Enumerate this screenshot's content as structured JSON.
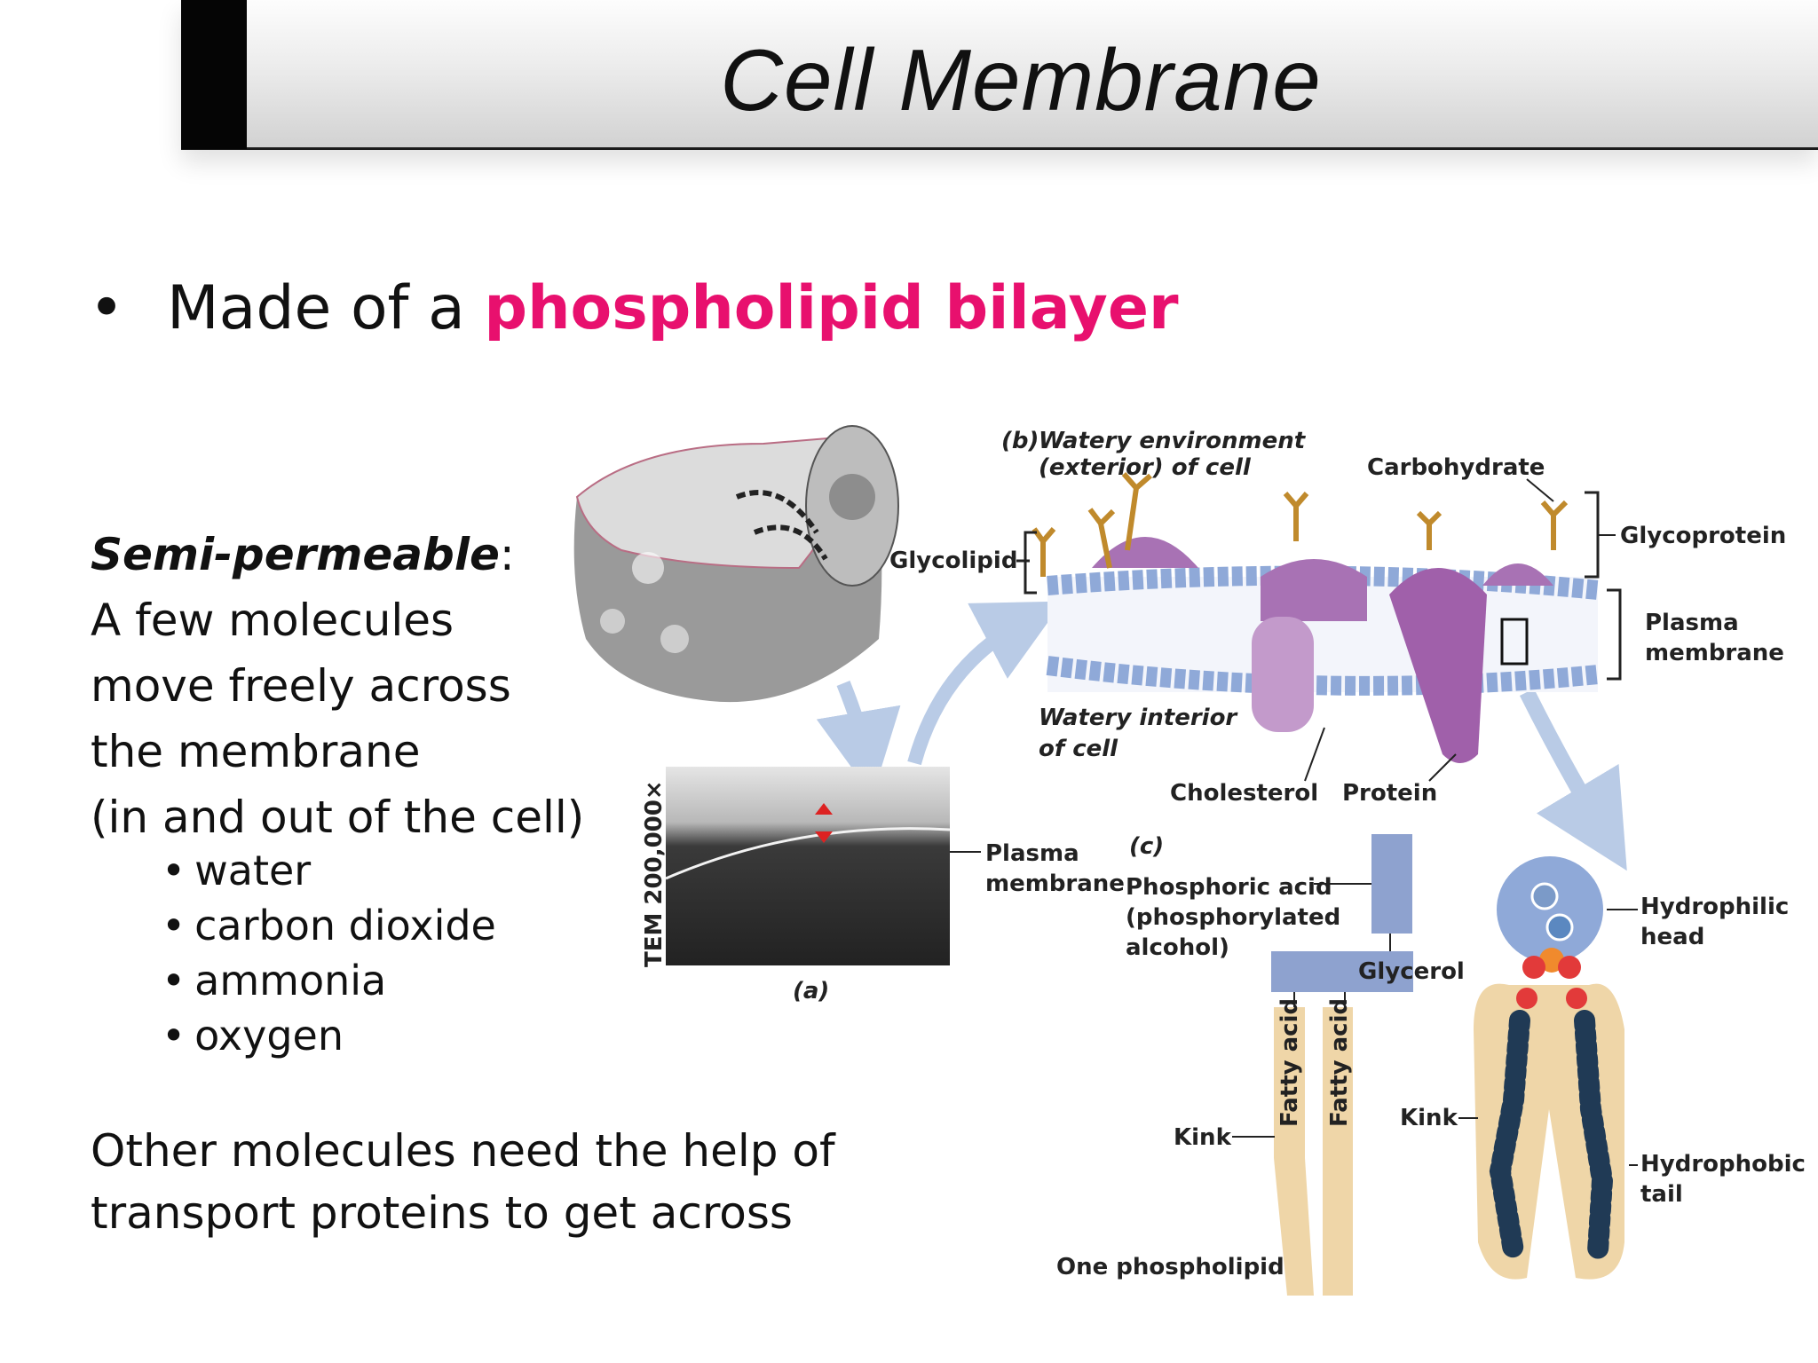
{
  "slide": {
    "title": "Cell Membrane",
    "bullet_prefix": "Made of a ",
    "bullet_highlight": "phospholipid bilayer",
    "semi_title": "Semi-permeable",
    "semi_colon": ":",
    "semi_lines": [
      "A few molecules",
      "move freely across",
      "the membrane",
      "(in and out of the cell)"
    ],
    "molecules": [
      "water",
      "carbon dioxide",
      "ammonia",
      "oxygen"
    ],
    "other_lines": [
      "Other molecules need the help of",
      "transport proteins to get across"
    ]
  },
  "figure": {
    "panel_a": {
      "caption": "(a)",
      "tem_label": "TEM 200,000×",
      "plasma_line1": "Plasma",
      "plasma_line2": "membrane"
    },
    "panel_b": {
      "tag": "(b)",
      "exterior_line1": "Watery environment",
      "exterior_line2": "(exterior) of cell",
      "carbohydrate": "Carbohydrate",
      "glycoprotein": "Glycoprotein",
      "glycolipid": "Glycolipid",
      "plasma_line1": "Plasma",
      "plasma_line2": "membrane",
      "interior_line1": "Watery interior",
      "interior_line2": "of cell",
      "cholesterol": "Cholesterol",
      "protein": "Protein"
    },
    "panel_c": {
      "tag": "(c)",
      "phosphoric_line1": "Phosphoric acid",
      "phosphoric_line2": "(phosphorylated",
      "phosphoric_line3": "alcohol)",
      "glycerol": "Glycerol",
      "fatty_acid_1": "Fatty acid",
      "fatty_acid_2": "Fatty acid",
      "kink_left": "Kink",
      "kink_right": "Kink",
      "one_phospholipid": "One phospholipid",
      "hydrophilic_line1": "Hydrophilic",
      "hydrophilic_line2": "head",
      "hydrophobic_line1": "Hydrophobic",
      "hydrophobic_line2": "tail"
    }
  },
  "colors": {
    "highlight": "#e8106e",
    "protein": "#b07ab8",
    "lipid_head": "#8fa9d8",
    "glycerol_box": "#8ea2cf",
    "fatty_acid": "#efd6a8",
    "arrow": "#b9cbe6",
    "carbohydrate": "#c08a2c"
  }
}
